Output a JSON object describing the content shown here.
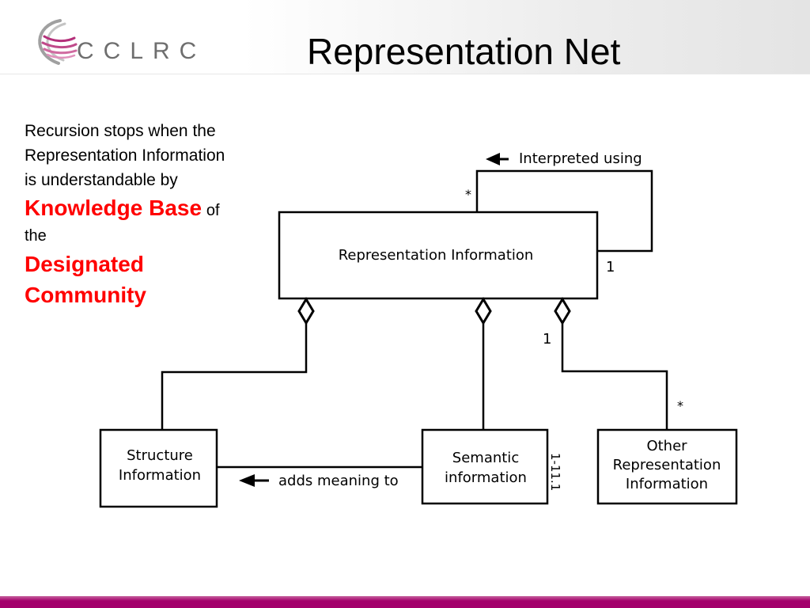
{
  "header": {
    "logo_text": "CCLRC",
    "title": "Representation Net"
  },
  "sidebar": {
    "line1": "Recursion stops when the Representation Information is understandable by",
    "highlight1": "Knowledge Base",
    "connector": "of the",
    "highlight2": "Designated Community",
    "highlight_color": "#ff0000"
  },
  "diagram": {
    "main_box": "Representation Information",
    "self_label": "Interpreted using",
    "self_multiplicity_top": "*",
    "self_multiplicity_right": "1",
    "structure_line1": "Structure",
    "structure_line2": "Information",
    "semantic_line1": "Semantic",
    "semantic_line2": "information",
    "other_line1": "Other",
    "other_line2": "Representation",
    "other_line3": "Information",
    "adds_label": "adds meaning to",
    "other_mult_top": "1",
    "other_mult_bottom": "*",
    "semantic_side_label": "1-11.1"
  },
  "colors": {
    "footer": "#a3006b",
    "logo_swoosh": "#b4307a"
  }
}
